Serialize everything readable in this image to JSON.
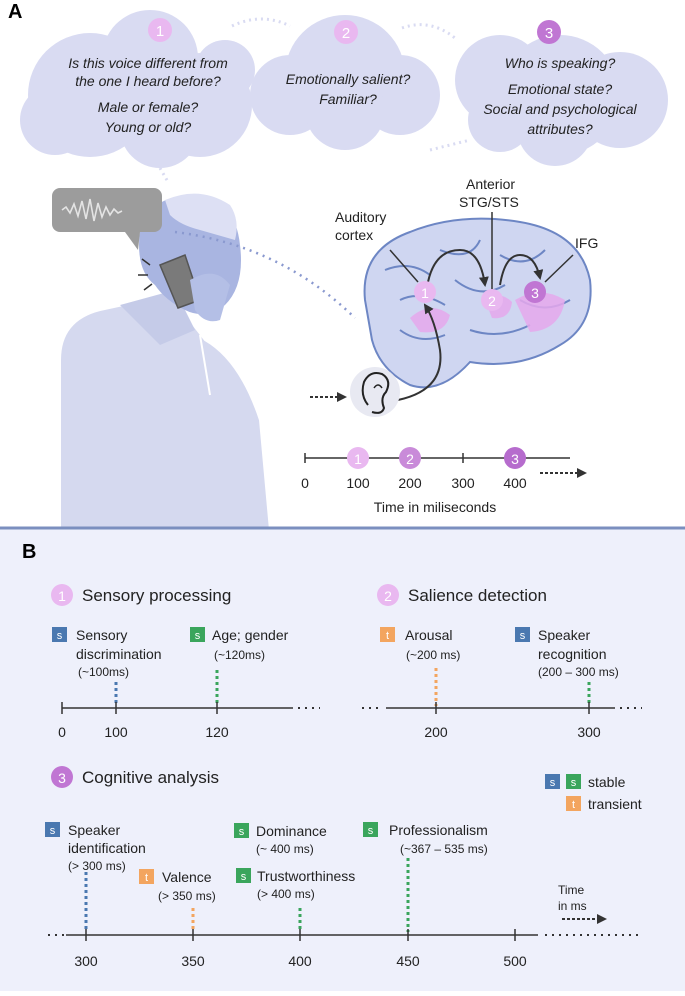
{
  "panel_a": {
    "label": "A",
    "bubbles": [
      {
        "num": "1",
        "lines": [
          "Is this voice different from",
          "the one I heard before?",
          "Male or female?",
          "Young or old?"
        ]
      },
      {
        "num": "2",
        "lines": [
          "Emotionally salient?",
          "Familiar?"
        ]
      },
      {
        "num": "3",
        "lines": [
          "Who is speaking?",
          "Emotional state?",
          "Social and psychological",
          "attributes?"
        ]
      }
    ],
    "brain_labels": {
      "auditory_cortex": [
        "Auditory",
        "cortex"
      ],
      "anterior_stg": [
        "Anterior",
        "STG/STS"
      ],
      "ifg": "IFG"
    },
    "brain_nodes": [
      "1",
      "2",
      "3"
    ],
    "timeline": {
      "ticks": [
        "0",
        "100",
        "200",
        "300",
        "400"
      ],
      "markers": [
        "1",
        "2",
        "3"
      ],
      "caption": "Time in miliseconds"
    }
  },
  "panel_b": {
    "label": "B",
    "sections": [
      {
        "num": "1",
        "title": "Sensory processing"
      },
      {
        "num": "2",
        "title": "Salience detection"
      },
      {
        "num": "3",
        "title": "Cognitive analysis"
      }
    ],
    "badge_s": "s",
    "badge_t": "t",
    "items": {
      "sensory_discrimination": {
        "lines": [
          "Sensory",
          "discrimination"
        ],
        "time": "(~100ms)"
      },
      "age_gender": {
        "lines": [
          "Age; gender"
        ],
        "time": "(~120ms)"
      },
      "arousal": {
        "lines": [
          "Arousal"
        ],
        "time": "(~200 ms)"
      },
      "speaker_recognition": {
        "lines": [
          "Speaker",
          "recognition"
        ],
        "time": "(200 – 300 ms)"
      },
      "speaker_identification": {
        "lines": [
          "Speaker",
          "identification"
        ],
        "time": "(> 300 ms)"
      },
      "valence": {
        "lines": [
          "Valence"
        ],
        "time": "(> 350 ms)"
      },
      "dominance": {
        "lines": [
          "Dominance"
        ],
        "time": "(~ 400 ms)"
      },
      "trustworthiness": {
        "lines": [
          "Trustworthiness"
        ],
        "time": "(> 400 ms)"
      },
      "professionalism": {
        "lines": [
          "Professionalism"
        ],
        "time": "(~367 – 535 ms)"
      }
    },
    "axis1_ticks": [
      "0",
      "100",
      "120"
    ],
    "axis2_ticks": [
      "200",
      "300"
    ],
    "axis3_ticks": [
      "300",
      "350",
      "400",
      "450",
      "500"
    ],
    "legend": {
      "stable": "stable",
      "transient": "transient"
    },
    "time_caption": [
      "Time",
      "in ms"
    ]
  },
  "colors": {
    "stable_blue": "#4a78b0",
    "stable_green": "#3aa55c",
    "transient_orange": "#f3a55f",
    "marker_purple": "#b66ccd",
    "bubble_fill": "#d9dbf2",
    "panel_b_bg": "#eef0fb"
  }
}
